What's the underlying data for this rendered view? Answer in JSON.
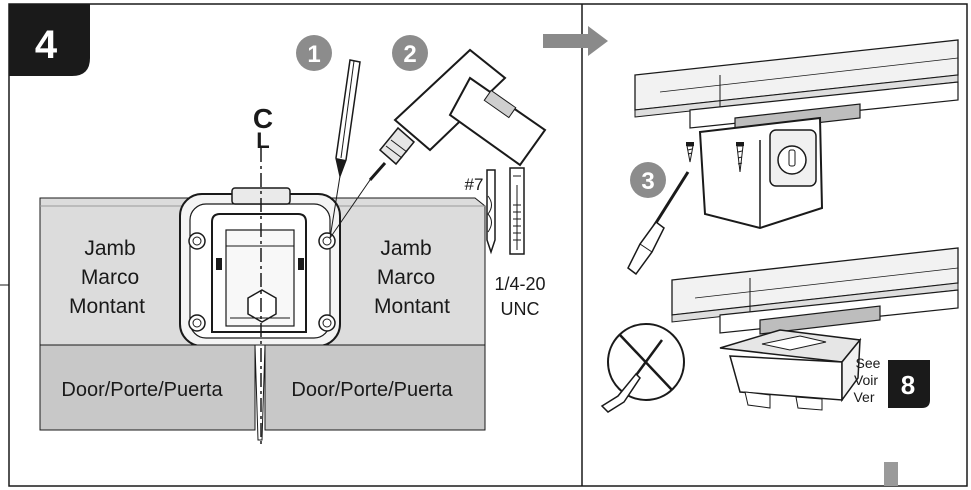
{
  "step": {
    "number": "4"
  },
  "callouts": {
    "one": "1",
    "two": "2",
    "three": "3"
  },
  "center_line": {
    "symbol": "C",
    "symbol_sub": "L"
  },
  "jamb_left": {
    "line1": "Jamb",
    "line2": "Marco",
    "line3": "Montant"
  },
  "jamb_right": {
    "line1": "Jamb",
    "line2": "Marco",
    "line3": "Montant"
  },
  "door_left": "Door/Porte/Puerta",
  "door_right": "Door/Porte/Puerta",
  "drill_bit": {
    "size": "#7"
  },
  "tap": {
    "line1": "1/4-20",
    "line2": "UNC"
  },
  "see_ref": {
    "line1": "See",
    "line2": "Voir",
    "line3": "Ver",
    "step": "8"
  },
  "colors": {
    "black": "#1a1a1a",
    "callout_gray": "#8c8c8c",
    "jamb_fill": "#dcdcdc",
    "door_fill": "#c8c8c8",
    "arrow_gray": "#8a8a8a"
  }
}
